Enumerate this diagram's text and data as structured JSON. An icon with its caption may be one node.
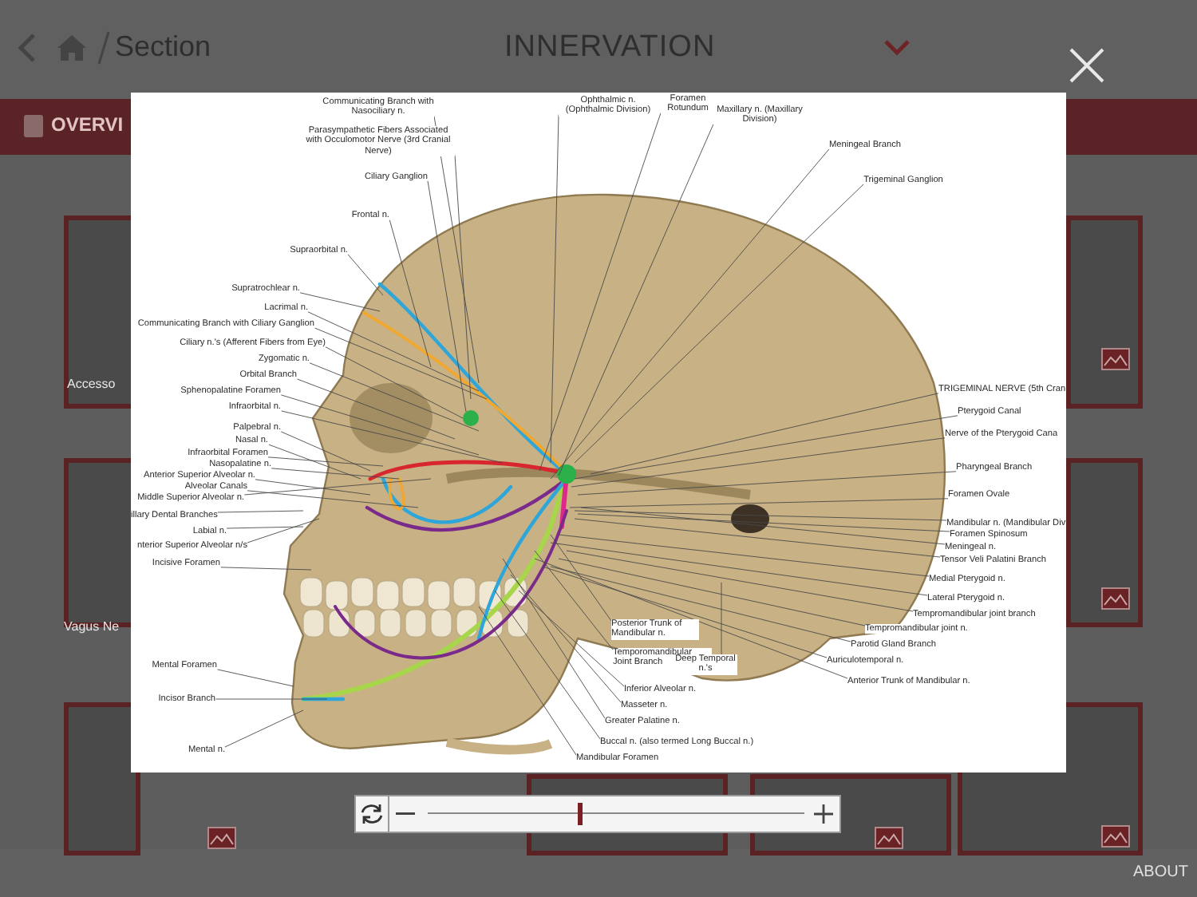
{
  "diagram": {
    "nodes": [
      {
        "text": [
          "Communicating Branch with Nasociliary n."
        ]
      },
      {
        "text": [
          "Parasympathetic Fibers Associated with Occulomotor Nerve (3rd Cranial Nerve)"
        ]
      },
      {
        "text": [
          "Ciliary Ganglion"
        ]
      },
      {
        "text": [
          "Frontal n."
        ]
      },
      {
        "text": [
          "Supraorbital n."
        ]
      },
      {
        "text": [
          "Supratrochlear n."
        ]
      },
      {
        "text": [
          "Lacrimal n."
        ]
      },
      {
        "text": [
          "Communicating Branch with Ciliary Ganglion"
        ]
      },
      {
        "text": [
          "Ciliary n.'s (Afferent Fibers from Eye)"
        ]
      },
      {
        "text": [
          "Zygomatic n."
        ]
      },
      {
        "text": [
          "Orbital Branch"
        ]
      },
      {
        "text": [
          "Sphenopalatine Foramen"
        ]
      },
      {
        "text": [
          "Infraorbital n."
        ]
      },
      {
        "text": [
          "Palpebral n."
        ]
      },
      {
        "text": [
          "Nasal n."
        ]
      },
      {
        "text": [
          "Infraorbital Foramen"
        ]
      },
      {
        "text": [
          "Nasopalatine n."
        ]
      },
      {
        "text": [
          "Anterior Superior Alveolar n."
        ]
      },
      {
        "text": [
          "Alveolar Canals"
        ]
      },
      {
        "text": [
          "Middle Superior Alveolar n."
        ]
      },
      {
        "text": [
          "illary Dental Branches"
        ]
      },
      {
        "text": [
          "Labial n."
        ]
      },
      {
        "text": [
          "nterior Superior Alveolar n/s"
        ]
      },
      {
        "text": [
          "Incisive Foramen"
        ]
      },
      {
        "text": [
          "Mental Foramen"
        ]
      },
      {
        "text": [
          "Incisor Branch"
        ]
      },
      {
        "text": [
          "Mental n."
        ]
      },
      {
        "text": [
          "Ophthalmic n. (Ophthalmic Division)"
        ]
      },
      {
        "text": [
          "Foramen Rotundum"
        ]
      },
      {
        "text": [
          "Maxillary n. (Maxillary Division)"
        ]
      },
      {
        "text": [
          "Meningeal Branch"
        ]
      },
      {
        "text": [
          "Trigeminal Ganglion"
        ]
      },
      {
        "text": [
          "TRIGEMINAL NERVE (5th Cran"
        ]
      },
      {
        "text": [
          "Pterygoid Canal"
        ]
      },
      {
        "text": [
          "Nerve of the Pterygoid Cana"
        ]
      },
      {
        "text": [
          "Pharyngeal Branch"
        ]
      },
      {
        "text": [
          "Foramen Ovale"
        ]
      },
      {
        "text": [
          "Mandibular n. (Mandibular Divi"
        ]
      },
      {
        "text": [
          "Foramen Spinosum"
        ]
      },
      {
        "text": [
          "Meningeal n."
        ]
      },
      {
        "text": [
          "Tensor Veli Palatini Branch"
        ]
      },
      {
        "text": [
          "Medial Pterygoid n."
        ]
      },
      {
        "text": [
          "Lateral Pterygoid n."
        ]
      },
      {
        "text": [
          "Tempromandibular joint branch"
        ]
      },
      {
        "text": [
          "Tempromandibular joint n."
        ]
      },
      {
        "text": [
          "Parotid Gland Branch"
        ]
      },
      {
        "text": [
          "Auriculotemporal n."
        ]
      },
      {
        "text": [
          "Anterior Trunk of Mandibular n."
        ]
      },
      {
        "text": [
          "Posterior Trunk of Mandibular n."
        ]
      },
      {
        "text": [
          "Temporomandibular Joint Branch"
        ]
      },
      {
        "text": [
          "Deep Temporal n.'s"
        ]
      },
      {
        "text": [
          "Inferior Alveolar n."
        ]
      },
      {
        "text": [
          "Masseter n."
        ]
      },
      {
        "text": [
          "Greater Palatine n."
        ]
      },
      {
        "text": [
          "Buccal n. (also termed Long Buccal n.)"
        ]
      },
      {
        "text": [
          "Mandibular Foramen"
        ]
      }
    ],
    "edges": [
      {
        "from": 0,
        "to": null,
        "arrow": "none"
      },
      {
        "from": 1,
        "to": null,
        "arrow": "none"
      },
      {
        "from": 2,
        "to": null,
        "arrow": "none"
      },
      {
        "from": 3,
        "to": null,
        "arrow": "none"
      },
      {
        "from": 4,
        "to": null,
        "arrow": "none"
      },
      {
        "from": 5,
        "to": null,
        "arrow": "none"
      },
      {
        "from": 6,
        "to": null,
        "arrow": "none"
      },
      {
        "from": 7,
        "to": null,
        "arrow": "none"
      },
      {
        "from": 8,
        "to": null,
        "arrow": "none"
      },
      {
        "from": 9,
        "to": null,
        "arrow": "none"
      },
      {
        "from": 10,
        "to": null,
        "arrow": "none"
      },
      {
        "from": 11,
        "to": null,
        "arrow": "none"
      },
      {
        "from": 12,
        "to": null,
        "arrow": "none"
      },
      {
        "from": 13,
        "to": null,
        "arrow": "none"
      },
      {
        "from": 14,
        "to": null,
        "arrow": "none"
      },
      {
        "from": 15,
        "to": null,
        "arrow": "none"
      },
      {
        "from": 16,
        "to": null,
        "arrow": "none"
      },
      {
        "from": 17,
        "to": null,
        "arrow": "none"
      },
      {
        "from": 18,
        "to": null,
        "arrow": "none"
      },
      {
        "from": 19,
        "to": null,
        "arrow": "none"
      },
      {
        "from": 20,
        "to": null,
        "arrow": "none"
      },
      {
        "from": 21,
        "to": null,
        "arrow": "none"
      },
      {
        "from": 22,
        "to": null,
        "arrow": "none"
      },
      {
        "from": 23,
        "to": null,
        "arrow": "none"
      },
      {
        "from": 24,
        "to": null,
        "arrow": "none"
      },
      {
        "from": 25,
        "to": null,
        "arrow": "none"
      },
      {
        "from": 26,
        "to": null,
        "arrow": "none"
      },
      {
        "from": 27,
        "to": null,
        "arrow": "none"
      },
      {
        "from": 28,
        "to": null,
        "arrow": "none"
      },
      {
        "from": 29,
        "to": null,
        "arrow": "none"
      },
      {
        "from": 30,
        "to": null,
        "arrow": "none"
      },
      {
        "from": 31,
        "to": null,
        "arrow": "none"
      },
      {
        "from": 32,
        "to": null,
        "arrow": "none"
      },
      {
        "from": 33,
        "to": null,
        "arrow": "none"
      },
      {
        "from": 34,
        "to": null,
        "arrow": "none"
      },
      {
        "from": 35,
        "to": null,
        "arrow": "none"
      },
      {
        "from": 36,
        "to": null,
        "arrow": "none"
      },
      {
        "from": 37,
        "to": null,
        "arrow": "none"
      },
      {
        "from": 38,
        "to": null,
        "arrow": "none"
      },
      {
        "from": 39,
        "to": null,
        "arrow": "none"
      },
      {
        "from": 40,
        "to": null,
        "arrow": "none"
      },
      {
        "from": 41,
        "to": null,
        "arrow": "none"
      },
      {
        "from": 42,
        "to": null,
        "arrow": "none"
      },
      {
        "from": 43,
        "to": null,
        "arrow": "none"
      },
      {
        "from": 44,
        "to": null,
        "arrow": "none"
      },
      {
        "from": 45,
        "to": null,
        "arrow": "none"
      },
      {
        "from": 46,
        "to": null,
        "arrow": "none"
      },
      {
        "from": 47,
        "to": null,
        "arrow": "none"
      },
      {
        "from": 48,
        "to": null,
        "arrow": "none"
      },
      {
        "from": 49,
        "to": null,
        "arrow": "none"
      },
      {
        "from": 50,
        "to": null,
        "arrow": "none"
      },
      {
        "from": 51,
        "to": null,
        "arrow": "none"
      },
      {
        "from": 52,
        "to": null,
        "arrow": "none"
      },
      {
        "from": 53,
        "to": null,
        "arrow": "none"
      },
      {
        "from": 54,
        "to": null,
        "arrow": "none"
      },
      {
        "from": 55,
        "to": null,
        "arrow": "none"
      }
    ],
    "labels": [
      "Section",
      "INNERVATION",
      "OVERVI",
      "Accesso",
      "Vagus Ne",
      "ABOUT"
    ]
  }
}
